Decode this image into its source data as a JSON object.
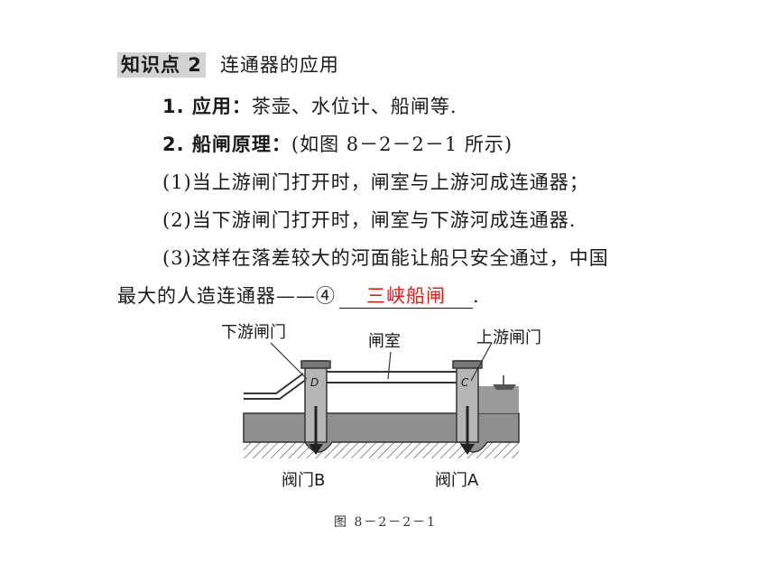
{
  "section": {
    "label": "知识点 2",
    "title": "连通器的应用"
  },
  "paragraphs": {
    "p1_lead": "1. 应用：",
    "p1_text": "茶壶、水位计、船闸等.",
    "p2_lead": "2. 船闸原理：",
    "p2_text": "(如图 8－2－2－1 所示)",
    "p3": "(1)当上游闸门打开时，闸室与上游河成连通器；",
    "p4": "(2)当下游闸门打开时，闸室与下游河成连通器.",
    "p5": "(3)这样在落差较大的河面能让船只安全通过，中国",
    "p6_prefix": "最大的人造连通器——④",
    "p6_answer": "三峡船闸",
    "p6_suffix": "."
  },
  "diagram": {
    "labels": {
      "downstream_gate": "下游闸门",
      "lock_chamber": "闸室",
      "upstream_gate": "上游闸门",
      "valve_b": "阀门B",
      "valve_a": "阀门A",
      "letter_d": "D",
      "letter_c": "C"
    },
    "caption": "图 8－2－2－1"
  },
  "colors": {
    "answer": "#e0201a",
    "header_bg": "#d3d3d3",
    "water": "#8f8f8f"
  }
}
